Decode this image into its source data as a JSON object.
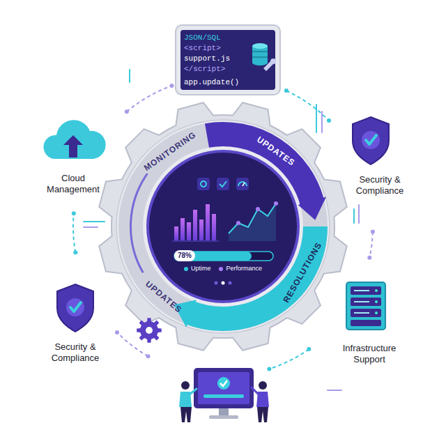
{
  "diagram": {
    "nodes": [
      {
        "text": [
          "JSON/SQL",
          "<script>",
          "support.js",
          "</script>",
          "app.update()"
        ]
      },
      {
        "text": [
          "Cloud Management"
        ]
      },
      {
        "text": [
          "Security & Compliance"
        ]
      },
      {
        "text": [
          "MONITORING",
          "UPDATES",
          "RESOLUTIONS",
          "UPDATES"
        ]
      },
      {
        "text": [
          "78%",
          "Uptime",
          "Performance"
        ],
        "in": 3
      },
      {
        "text": [
          "Security & Compliance"
        ]
      },
      {
        "text": [
          "Infrastructure Support"
        ]
      }
    ]
  }
}
